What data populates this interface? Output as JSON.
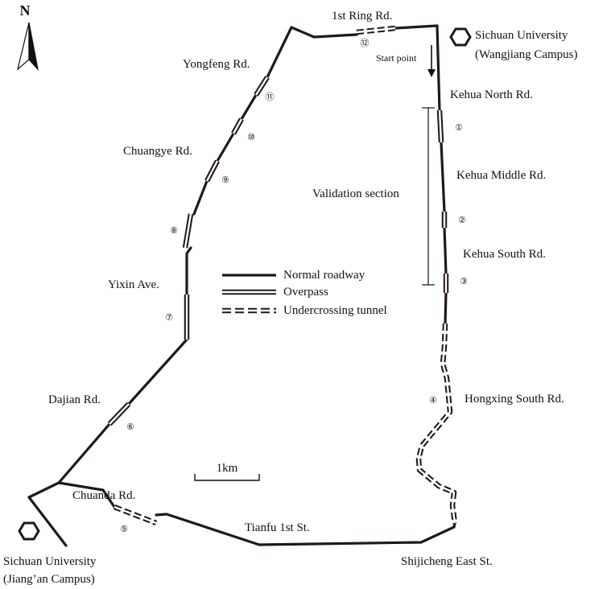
{
  "compass": {
    "label": "N",
    "icon": "north-arrow-icon"
  },
  "campuses": {
    "wangjiang": {
      "line1": "Sichuan University",
      "line2": "(Wangjiang Campus)",
      "icon": "hexagon-icon"
    },
    "jiangan": {
      "line1": "Sichuan University",
      "line2": "(Jiang’an Campus)",
      "icon": "hexagon-icon"
    }
  },
  "start_point": {
    "label": "Start point"
  },
  "validation_section": {
    "label": "Validation section"
  },
  "scale_bar": {
    "label": "1km"
  },
  "legend": {
    "items": [
      {
        "label": "Normal roadway",
        "style": "normal"
      },
      {
        "label": "Overpass",
        "style": "overpass"
      },
      {
        "label": "Undercrossing tunnel",
        "style": "tunnel"
      }
    ]
  },
  "roads": [
    "1st Ring Rd.",
    "Yongfeng Rd.",
    "Chuangye Rd.",
    "Yixin Ave.",
    "Dajian Rd.",
    "Chuanda Rd.",
    "Tianfu 1st St.",
    "Shijicheng East St.",
    "Hongxing South Rd.",
    "Kehua North Rd.",
    "Kehua Middle Rd.",
    "Kehua South Rd."
  ],
  "markers": [
    "①",
    "②",
    "③",
    "④",
    "⑤",
    "⑥",
    "⑦",
    "⑧",
    "⑨",
    "⑩",
    "⑪",
    "⑫"
  ],
  "colors": {
    "road": "#231815",
    "text": "#111111",
    "background": "#ffffff"
  }
}
